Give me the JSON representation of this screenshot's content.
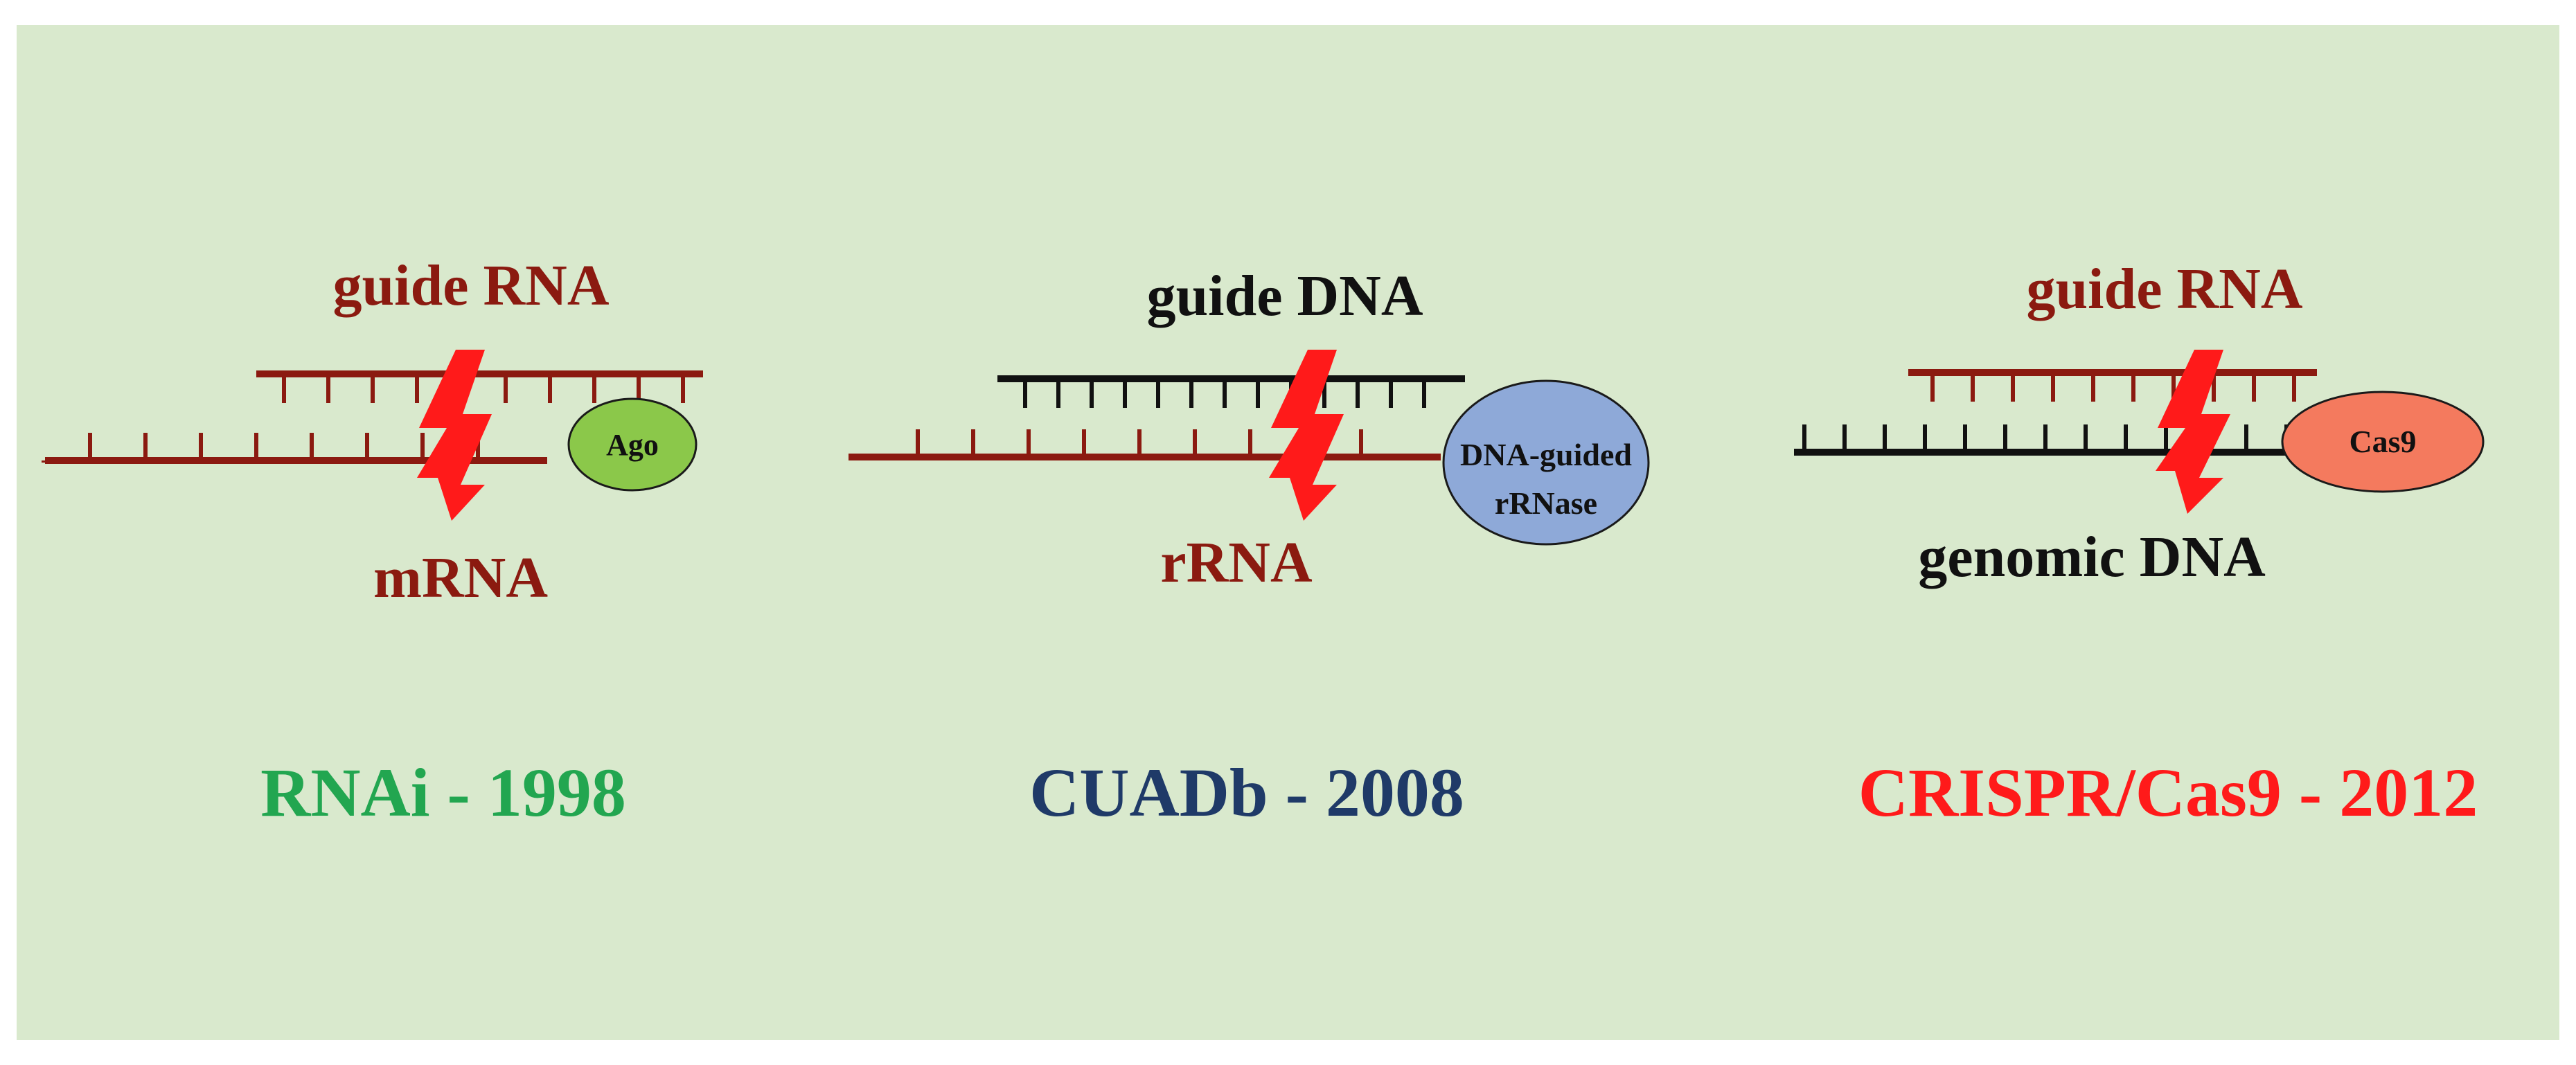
{
  "colors": {
    "background": "#d9e9cd",
    "rna": "#8b1a10",
    "dna": "#111111",
    "bolt": "#ff1a1a",
    "rnai": "#22a650",
    "cuadb": "#1f3a68",
    "crispr": "#ff1a1a",
    "ago_fill": "#8bc84a",
    "rnase_fill": "#8ea9d8",
    "cas9_fill": "#f47a5e"
  },
  "panels": [
    {
      "id": "rnai",
      "guide_label": "guide RNA",
      "target_label": "mRNA",
      "enzyme_label": "Ago",
      "caption": "RNAi - 1998"
    },
    {
      "id": "cuadb",
      "guide_label": "guide DNA",
      "target_label": "rRNA",
      "enzyme_label_line1": "DNA-guided",
      "enzyme_label_line2": "rRNase",
      "caption": "CUADb - 2008"
    },
    {
      "id": "crispr",
      "guide_label": "guide RNA",
      "target_label": "genomic DNA",
      "enzyme_label": "Cas9",
      "caption": "CRISPR/Cas9 - 2012"
    }
  ]
}
